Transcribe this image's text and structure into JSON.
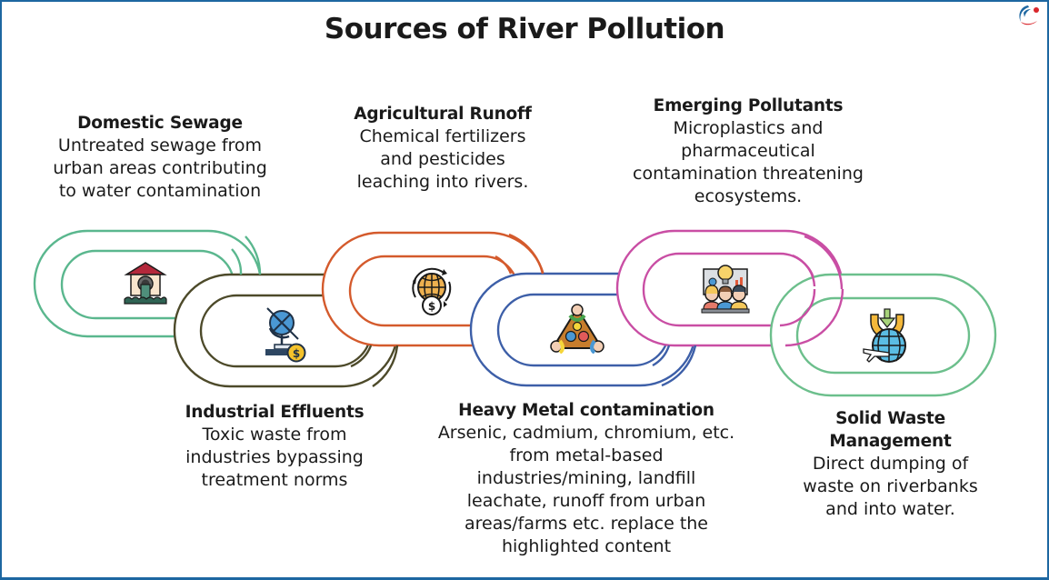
{
  "title": "Sources of River Pollution",
  "colors": {
    "frame": "#1d67a1",
    "domestic_sewage": "#5ab78e",
    "industrial_effluents": "#4d4a2a",
    "agricultural_runoff": "#d45a2c",
    "heavy_metal": "#3d5fa8",
    "emerging_pollutants": "#c94ea4",
    "solid_waste": "#6cbf8c"
  },
  "sources": [
    {
      "id": "domestic-sewage",
      "heading": "Domestic Sewage",
      "lines": [
        "Untreated sewage from",
        "urban areas contributing",
        "to water contamination"
      ],
      "icon": "sewage-pipe-house-icon",
      "color": "#5ab78e"
    },
    {
      "id": "industrial-effluents",
      "heading": "Industrial Effluents",
      "lines": [
        "Toxic waste from",
        "industries bypassing",
        "treatment norms"
      ],
      "icon": "globe-dollar-icon",
      "color": "#4d4a2a"
    },
    {
      "id": "agricultural-runoff",
      "heading": "Agricultural Runoff",
      "lines": [
        "Chemical fertilizers",
        "and pesticides",
        "leaching into rivers."
      ],
      "icon": "global-money-cycle-icon",
      "color": "#d45a2c"
    },
    {
      "id": "heavy-metal-contamination",
      "heading": "Heavy Metal contamination",
      "lines": [
        "Arsenic, cadmium, chromium, etc.",
        "from metal-based",
        "industries/mining, landfill",
        "leachate, runoff from urban",
        "areas/farms etc. replace the",
        "highlighted content"
      ],
      "icon": "team-triangle-icon",
      "color": "#3d5fa8"
    },
    {
      "id": "emerging-pollutants",
      "heading": "Emerging Pollutants",
      "lines": [
        "Microplastics and",
        "pharmaceutical",
        "contamination threatening",
        "ecosystems."
      ],
      "icon": "group-presentation-icon",
      "color": "#c94ea4"
    },
    {
      "id": "solid-waste-management",
      "heading_lines": [
        "Solid Waste",
        "Management"
      ],
      "lines": [
        "Direct dumping of",
        "waste on riverbanks",
        "and into water."
      ],
      "icon": "globe-download-plane-icon",
      "color": "#6cbf8c"
    }
  ]
}
